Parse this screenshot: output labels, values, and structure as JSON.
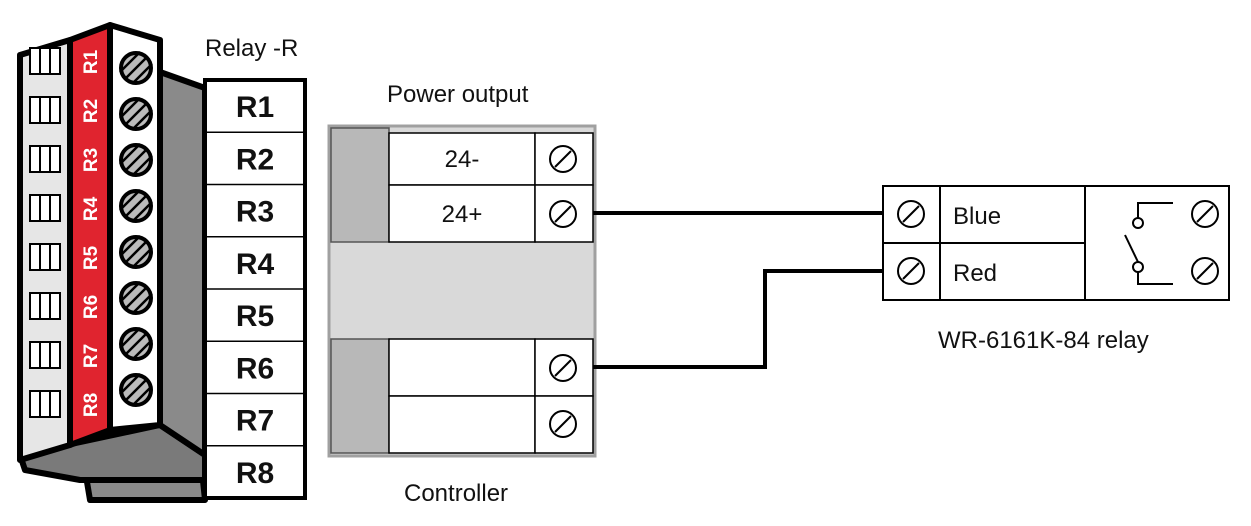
{
  "relay_terminal": {
    "title": "Relay -R",
    "labels": [
      "R1",
      "R2",
      "R3",
      "R4",
      "R5",
      "R6",
      "R7",
      "R8"
    ],
    "red_labels": [
      "R1",
      "R2",
      "R3",
      "R4",
      "R5",
      "R6",
      "R7",
      "R8"
    ]
  },
  "power_output": {
    "title": "Power output",
    "terminals": [
      "24-",
      "24+"
    ]
  },
  "controller": {
    "title": "Controller"
  },
  "relay_device": {
    "title": "WR-6161K-84 relay",
    "terminals": [
      "Blue",
      "Red"
    ]
  },
  "colors": {
    "red_strip": "#e0242f",
    "dark_gray": "#8a8a8a",
    "light_gray": "#d9d9d9",
    "mid_gray": "#b8b8b8",
    "wire": "#000000"
  }
}
